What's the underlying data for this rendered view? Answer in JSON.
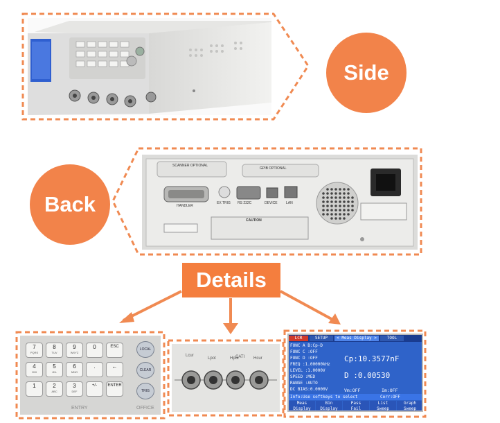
{
  "labels": {
    "side": "Side",
    "back": "Back",
    "details": "Details"
  },
  "colors": {
    "accent": "#f2834a",
    "dashed_border": "#f08a52",
    "lcd_background": "#2f63c9"
  },
  "back_panel": {
    "scanner": "SCANNER OPTIONAL",
    "gpib": "GPIB OPTIONAL",
    "handler": "HANDLER",
    "ex_trig": "EX TRIG",
    "rs232c": "RS 232C",
    "device": "DEVICE",
    "lan": "LAN",
    "caution": "CAUTION"
  },
  "keypad": {
    "keys": [
      {
        "main": "7",
        "sub": "PQRS"
      },
      {
        "main": "8",
        "sub": "TUV"
      },
      {
        "main": "9",
        "sub": "WXYZ"
      },
      {
        "main": "0",
        "sub": ""
      },
      {
        "main": "ESC",
        "sub": ""
      },
      {
        "main": "4",
        "sub": "GHI"
      },
      {
        "main": "5",
        "sub": "JKL"
      },
      {
        "main": "6",
        "sub": "MNO"
      },
      {
        "main": ".",
        "sub": ""
      },
      {
        "main": "←",
        "sub": ""
      },
      {
        "main": "1",
        "sub": ""
      },
      {
        "main": "2",
        "sub": "ABC"
      },
      {
        "main": "3",
        "sub": "DEF"
      },
      {
        "main": "+/-",
        "sub": ""
      },
      {
        "main": "ENTER",
        "sub": ""
      }
    ],
    "side_keys": [
      "LOCAL",
      "CLEAR",
      "TRIG"
    ],
    "entry_label": "ENTRY",
    "office_label": "OFFICE"
  },
  "connectors": {
    "labels": [
      "Lcur",
      "Lpot",
      "Hpot",
      "Hcur"
    ],
    "cat_label": "CATI"
  },
  "lcd": {
    "tabs": [
      "LCR",
      "SETUP",
      "< Meas Display >",
      "TOOL"
    ],
    "params": [
      "FUNC A B:Cp-D",
      "FUNC C :OFF",
      "FUNC D :OFF",
      "FREQ :1.00000kHz",
      "LEVEL :1.0000V",
      "SPEED :MED",
      "RANGE :AUTO",
      "DC BIAS:0.0000V"
    ],
    "primary": "Cp:10.3577nF",
    "secondary": "D :0.00530",
    "vm": "Vm:OFF",
    "im": "Im:OFF",
    "hint": "Info:Use softkeys to select",
    "corr": "Corr:OFF",
    "softkeys": [
      {
        "l1": "Meas",
        "l2": "Display"
      },
      {
        "l1": "Bin",
        "l2": "Display"
      },
      {
        "l1": "Pass",
        "l2": "Fail"
      },
      {
        "l1": "List",
        "l2": "Sweep"
      },
      {
        "l1": "Graph",
        "l2": "Sweep"
      }
    ]
  }
}
